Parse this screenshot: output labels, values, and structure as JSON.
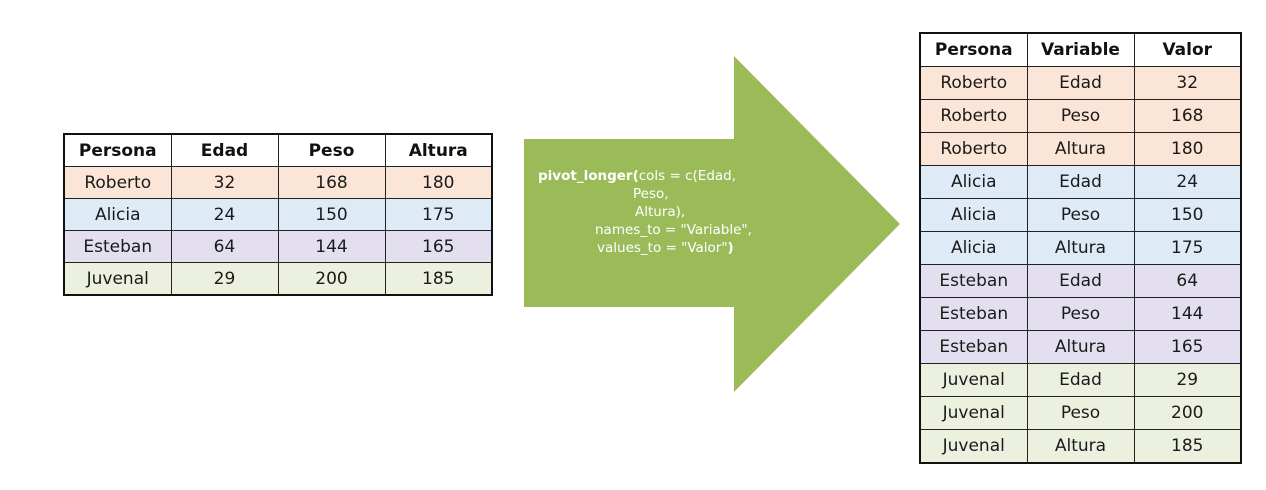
{
  "wide_table": {
    "headers": [
      "Persona",
      "Edad",
      "Peso",
      "Altura"
    ],
    "rows": [
      {
        "group": "roberto",
        "cells": [
          "Roberto",
          "32",
          "168",
          "180"
        ]
      },
      {
        "group": "alicia",
        "cells": [
          "Alicia",
          "24",
          "150",
          "175"
        ]
      },
      {
        "group": "esteban",
        "cells": [
          "Esteban",
          "64",
          "144",
          "165"
        ]
      },
      {
        "group": "juvenal",
        "cells": [
          "Juvenal",
          "29",
          "200",
          "185"
        ]
      }
    ]
  },
  "arrow": {
    "color": "#9bbb59",
    "code": {
      "fn": "pivot_longer",
      "line1_open": "(",
      "line1_rest": "cols = c(Edad,",
      "line2": "Peso,",
      "line3": "Altura),",
      "line4": "names_to = \"Variable\",",
      "line5_text": "values_to = \"Valor\"",
      "line5_close": ")"
    }
  },
  "long_table": {
    "headers": [
      "Persona",
      "Variable",
      "Valor"
    ],
    "rows": [
      {
        "group": "roberto",
        "cells": [
          "Roberto",
          "Edad",
          "32"
        ]
      },
      {
        "group": "roberto",
        "cells": [
          "Roberto",
          "Peso",
          "168"
        ]
      },
      {
        "group": "roberto",
        "cells": [
          "Roberto",
          "Altura",
          "180"
        ]
      },
      {
        "group": "alicia",
        "cells": [
          "Alicia",
          "Edad",
          "24"
        ]
      },
      {
        "group": "alicia",
        "cells": [
          "Alicia",
          "Peso",
          "150"
        ]
      },
      {
        "group": "alicia",
        "cells": [
          "Alicia",
          "Altura",
          "175"
        ]
      },
      {
        "group": "esteban",
        "cells": [
          "Esteban",
          "Edad",
          "64"
        ]
      },
      {
        "group": "esteban",
        "cells": [
          "Esteban",
          "Peso",
          "144"
        ]
      },
      {
        "group": "esteban",
        "cells": [
          "Esteban",
          "Altura",
          "165"
        ]
      },
      {
        "group": "juvenal",
        "cells": [
          "Juvenal",
          "Edad",
          "29"
        ]
      },
      {
        "group": "juvenal",
        "cells": [
          "Juvenal",
          "Peso",
          "200"
        ]
      },
      {
        "group": "juvenal",
        "cells": [
          "Juvenal",
          "Altura",
          "185"
        ]
      }
    ]
  }
}
